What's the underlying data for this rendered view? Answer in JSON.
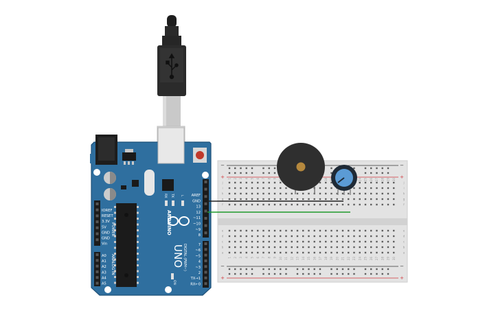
{
  "board": {
    "brand": "ARDUINO",
    "model": "UNO",
    "power_header_title": "POWER",
    "analog_header_title": "ANALOG IN",
    "digital_header_title": "DIGITAL (PWM~)",
    "power_pins": [
      "IOREF",
      "RESET",
      "3.3V",
      "5V",
      "GND",
      "GND",
      "Vin"
    ],
    "analog_pins": [
      "A0",
      "A1",
      "A2",
      "A3",
      "A4",
      "A5"
    ],
    "digital_pins_top": [
      "AREF",
      "GND",
      "13",
      "12",
      "~11",
      "~10",
      "~9",
      "8"
    ],
    "digital_pins_bottom": [
      "7",
      "~6",
      "~5",
      "4",
      "~3",
      "2",
      "TX→1",
      "RX←0"
    ],
    "led_labels": [
      "RX",
      "TX",
      "L"
    ],
    "on_label": "ON"
  },
  "breadboard": {
    "columns": [
      "1",
      "2",
      "3",
      "4",
      "5",
      "6",
      "7",
      "8",
      "9",
      "10",
      "11",
      "12",
      "13",
      "14",
      "15",
      "16",
      "17",
      "18",
      "19",
      "20",
      "21",
      "22",
      "23",
      "24",
      "25",
      "26",
      "27",
      "28",
      "29",
      "30"
    ],
    "rows_top": [
      "j",
      "i",
      "h",
      "g",
      "f"
    ],
    "rows_bottom": [
      "e",
      "d",
      "c",
      "b",
      "a"
    ],
    "rail_plus": "+",
    "rail_minus": "−"
  },
  "colors": {
    "board": "#2f6f9f",
    "board_edge": "#1f5077",
    "wire_gnd": "#222222",
    "wire_signal": "#1f9a2c",
    "breadboard": "#e6e6e6",
    "rail_red": "#d0343a",
    "rail_black": "#333333",
    "buzzer": "#2f2f2f",
    "pot_knob": "#5b9bd5"
  },
  "components": {
    "usb_cable": "usb-cable",
    "buzzer": "piezo-buzzer",
    "potentiometer": "potentiometer"
  }
}
